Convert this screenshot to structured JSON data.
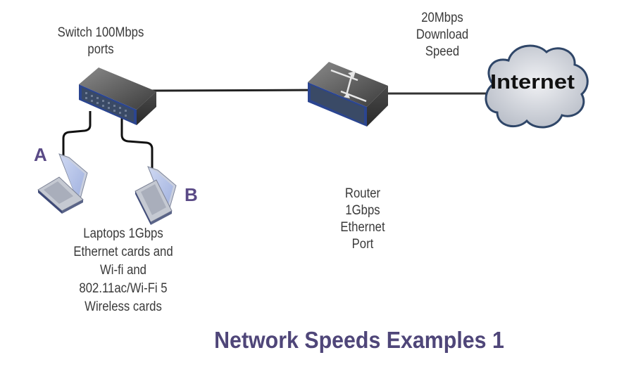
{
  "diagram": {
    "title": "Network Speeds Examples 1",
    "nodes": {
      "switch": {
        "icon": "network-switch-icon",
        "label_lines": [
          "Switch 100Mbps",
          "ports"
        ]
      },
      "router": {
        "icon": "router-icon",
        "label_lines": [
          "Router",
          "1Gbps",
          "Ethernet",
          "Port"
        ]
      },
      "internet": {
        "icon": "cloud-icon",
        "label": "Internet",
        "speed_label_lines": [
          "20Mbps",
          "Download",
          "Speed"
        ]
      },
      "laptop_a": {
        "icon": "laptop-icon",
        "letter": "A"
      },
      "laptop_b": {
        "icon": "laptop-icon",
        "letter": "B"
      },
      "laptops_label_lines": [
        "Laptops 1Gbps",
        "Ethernet cards and",
        "Wi-fi and",
        "802.11ac/Wi-Fi 5",
        "Wireless cards"
      ]
    },
    "connections": [
      {
        "from": "switch",
        "to": "router"
      },
      {
        "from": "router",
        "to": "internet"
      },
      {
        "from": "switch",
        "to": "laptop_a"
      },
      {
        "from": "switch",
        "to": "laptop_b"
      }
    ],
    "colors": {
      "device_body": "#5a5a5a",
      "device_front": "#2e4f9a",
      "laptop_screen": "#b8c6ea",
      "cloud_fill": "#d9dce2",
      "cloud_stroke": "#2f4668",
      "letter": "#5a4a86",
      "title": "#4f4679"
    }
  }
}
